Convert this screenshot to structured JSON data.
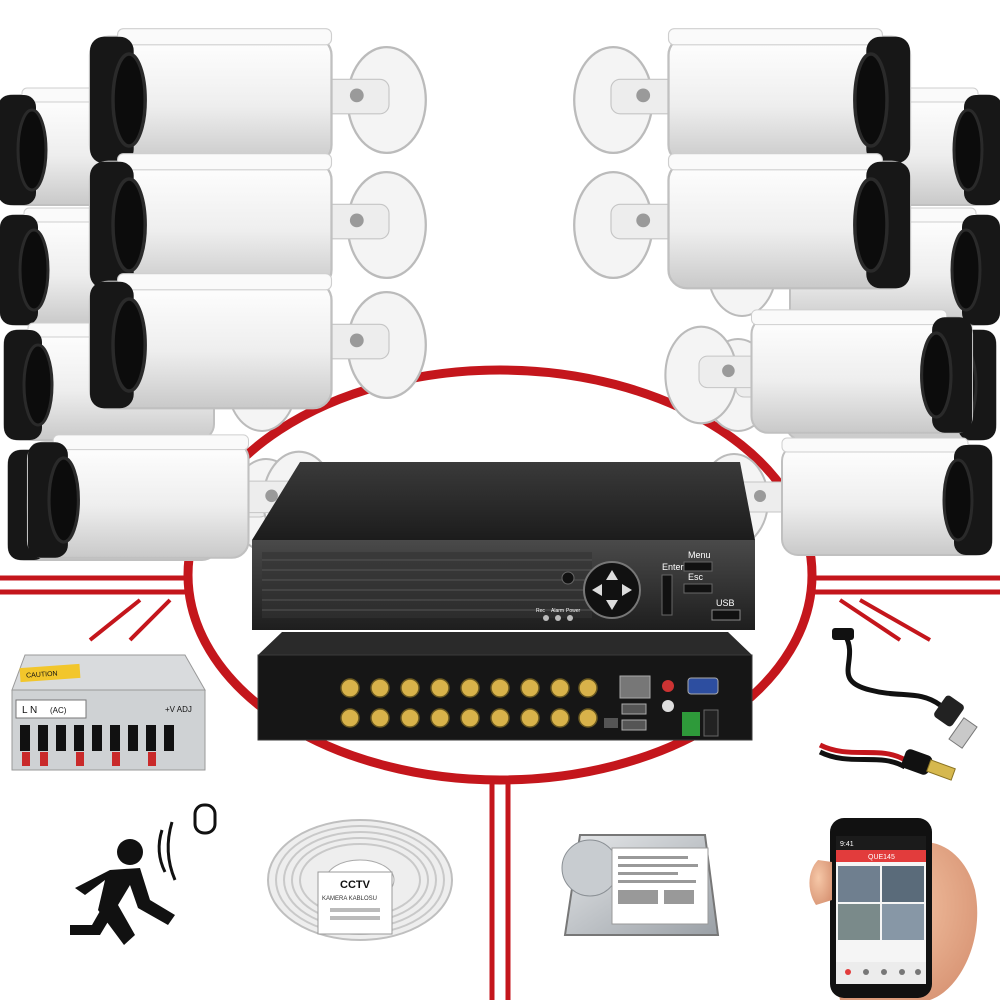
{
  "dvr": {
    "enter_label": "Enter",
    "menu_label": "Menu",
    "esc_label": "Esc",
    "usb_label": "USB",
    "led_labels": [
      "Rec",
      "Alarm",
      "Power"
    ]
  },
  "power_supply": {
    "terminal_label": "L N",
    "ac_label": "(AC)",
    "adj_label": "+V ADJ",
    "caution_label": "CAUTION"
  },
  "cable_reel": {
    "brand": "CCTV",
    "subtitle": "KAMERA KABLOSU"
  },
  "phone": {
    "status": "9:41",
    "app_title": "QUE145"
  },
  "colors": {
    "ring": "#c4161c",
    "camera_body": "#f2f2f2",
    "camera_lens": "#151515",
    "dvr_body": "#2b2b2b"
  }
}
